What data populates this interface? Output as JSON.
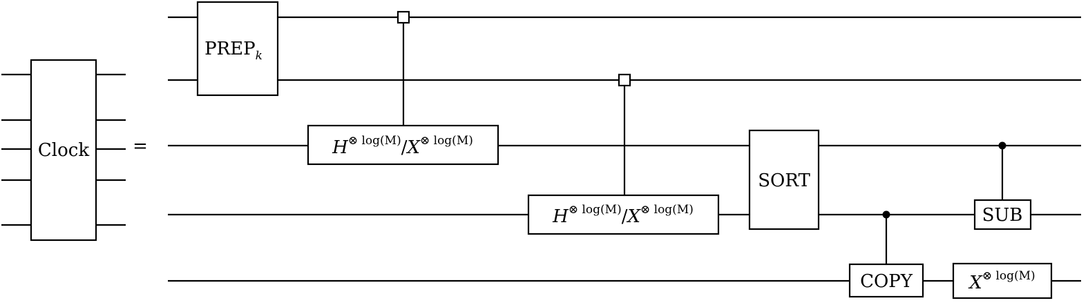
{
  "clock_block": {
    "label": "Clock"
  },
  "equals_sign": "=",
  "gates": {
    "prep": {
      "main": "PREP",
      "subscript": "k"
    },
    "hx_gate_1": {
      "h": "H",
      "x": "X",
      "sup": "⊗ log(M)",
      "slash": "/"
    },
    "hx_gate_2": {
      "h": "H",
      "x": "X",
      "sup": "⊗ log(M)",
      "slash": "/"
    },
    "sort": {
      "label": "SORT"
    },
    "copy": {
      "label": "COPY"
    },
    "sub": {
      "label": "SUB"
    },
    "x_gate": {
      "x": "X",
      "sup": "⊗ log(M)"
    }
  }
}
